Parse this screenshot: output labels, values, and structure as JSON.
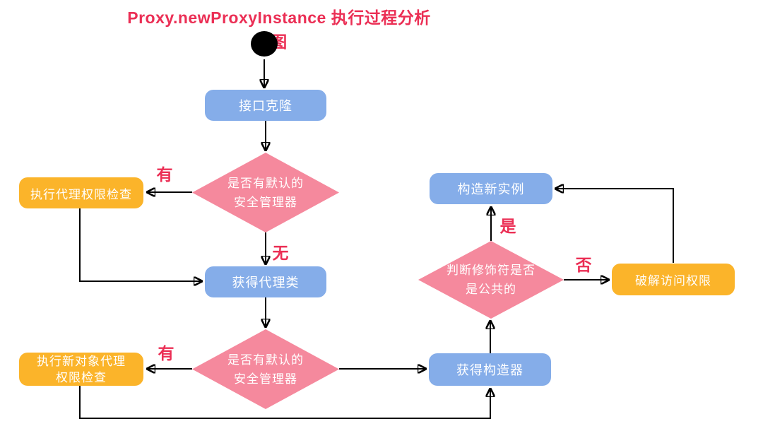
{
  "title": "Proxy.newProxyInstance 执行过程分析图",
  "colors": {
    "title_red": "#EB2F55",
    "node_blue": "#85ADE9",
    "node_pink": "#F5899D",
    "node_orange": "#FBB42A",
    "edge_label_red": "#EB2F55",
    "line_black": "#000000",
    "node_text": "#FFFFFF",
    "background": "#FFFFFF"
  },
  "nodes": {
    "interface_clone": "接口克隆",
    "decision_sm1": {
      "line1": "是否有默认的",
      "line2": "安全管理器"
    },
    "proxy_permission_check": "执行代理权限检查",
    "get_proxy_class": "获得代理类",
    "decision_sm2": {
      "line1": "是否有默认的",
      "line2": "安全管理器"
    },
    "new_object_proxy_check": {
      "line1": "执行新对象代理",
      "line2": "权限检查"
    },
    "get_constructor": "获得构造器",
    "decision_modifier": {
      "line1": "判断修饰符是否",
      "line2": "是公共的"
    },
    "construct_new_instance": "构造新实例",
    "crack_access_permission": "破解访问权限"
  },
  "edge_labels": {
    "has_sm1": "有",
    "no_sm1": "无",
    "has_sm2": "有",
    "is_public": "是",
    "not_public": "否"
  }
}
